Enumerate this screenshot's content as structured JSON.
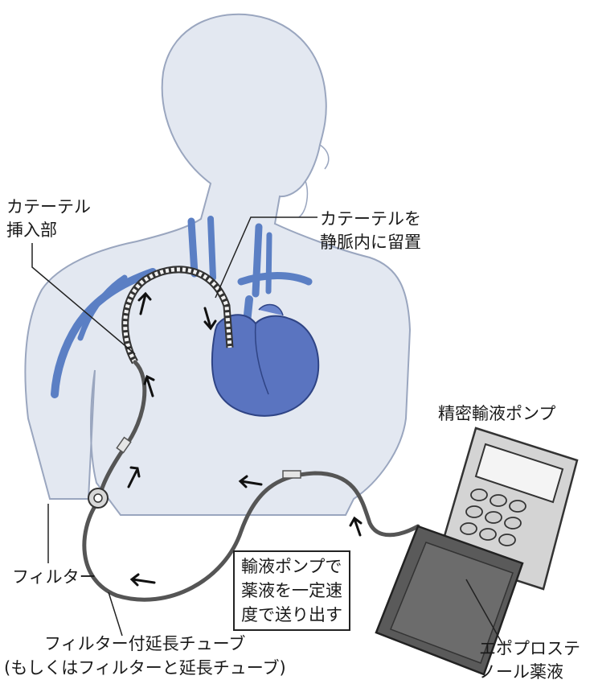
{
  "labels": {
    "catheter_insertion": [
      "カテーテル",
      "挿入部"
    ],
    "catheter_vein": [
      "カテーテルを",
      "静脈内に留置"
    ],
    "precision_pump": "精密輸液ポンプ",
    "filter": "フィルター",
    "filter_tube": "フィルター付延長チューブ",
    "filter_tube_alt": "(もしくはフィルターと延長チューブ)",
    "epoprostenol": [
      "エポプロステ",
      "ノール薬液"
    ]
  },
  "callout": {
    "lines": [
      "輸液ポンプで",
      "薬液を一定速",
      "度で送り出す"
    ]
  },
  "colors": {
    "body_fill": "#e3e8f1",
    "body_outline": "#9aa6bf",
    "vessel": "#5b7fc4",
    "heart": "#5a74c0",
    "tube": "#555555",
    "pump_body": "#d4d4d4",
    "pump_bag": "#5a5a5a"
  }
}
